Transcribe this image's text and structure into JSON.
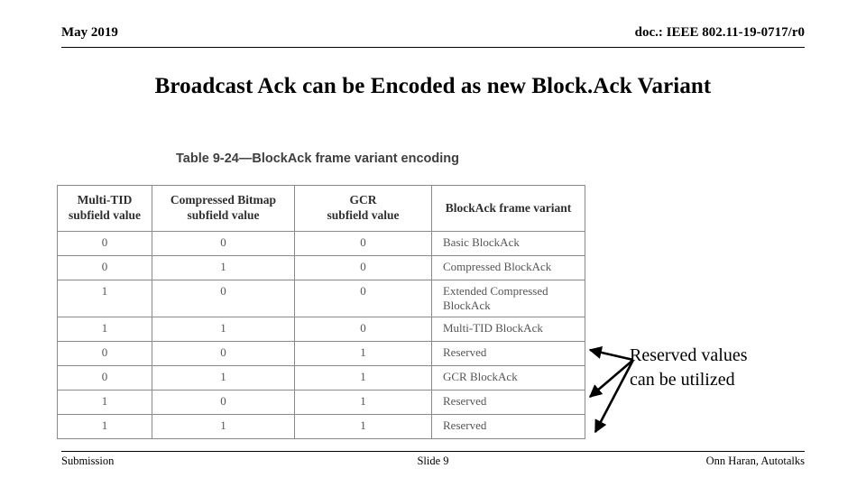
{
  "header": {
    "date": "May 2019",
    "doc": "doc.: IEEE 802.11-19-0717/r0"
  },
  "title": "Broadcast Ack can be Encoded as new Block.Ack Variant",
  "table": {
    "caption": "Table 9-24—BlockAck frame variant encoding",
    "columns": [
      "Multi-TID\nsubfield value",
      "Compressed Bitmap\nsubfield value",
      "GCR\nsubfield value",
      "BlockAck frame variant"
    ],
    "columns_flat": [
      "Multi-TID subfield value",
      "Compressed Bitmap subfield value",
      "GCR subfield value",
      "BlockAck frame variant"
    ],
    "col_header_line1": [
      "Multi-TID",
      "Compressed Bitmap",
      "GCR",
      "BlockAck frame variant"
    ],
    "col_header_line2": [
      "subfield value",
      "subfield value",
      "subfield value",
      ""
    ],
    "rows": [
      {
        "multi_tid": "0",
        "compressed_bitmap": "0",
        "gcr": "0",
        "variant": "Basic BlockAck"
      },
      {
        "multi_tid": "0",
        "compressed_bitmap": "1",
        "gcr": "0",
        "variant": "Compressed BlockAck"
      },
      {
        "multi_tid": "1",
        "compressed_bitmap": "0",
        "gcr": "0",
        "variant": "Extended Compressed BlockAck"
      },
      {
        "multi_tid": "1",
        "compressed_bitmap": "1",
        "gcr": "0",
        "variant": "Multi-TID BlockAck"
      },
      {
        "multi_tid": "0",
        "compressed_bitmap": "0",
        "gcr": "1",
        "variant": "Reserved"
      },
      {
        "multi_tid": "0",
        "compressed_bitmap": "1",
        "gcr": "1",
        "variant": "GCR BlockAck"
      },
      {
        "multi_tid": "1",
        "compressed_bitmap": "0",
        "gcr": "1",
        "variant": "Reserved"
      },
      {
        "multi_tid": "1",
        "compressed_bitmap": "1",
        "gcr": "1",
        "variant": "Reserved"
      }
    ]
  },
  "callout": {
    "line1": "Reserved values",
    "line2": "can be utilized"
  },
  "footer": {
    "left": "Submission",
    "center": "Slide 9",
    "right": "Onn Haran, Autotalks"
  }
}
